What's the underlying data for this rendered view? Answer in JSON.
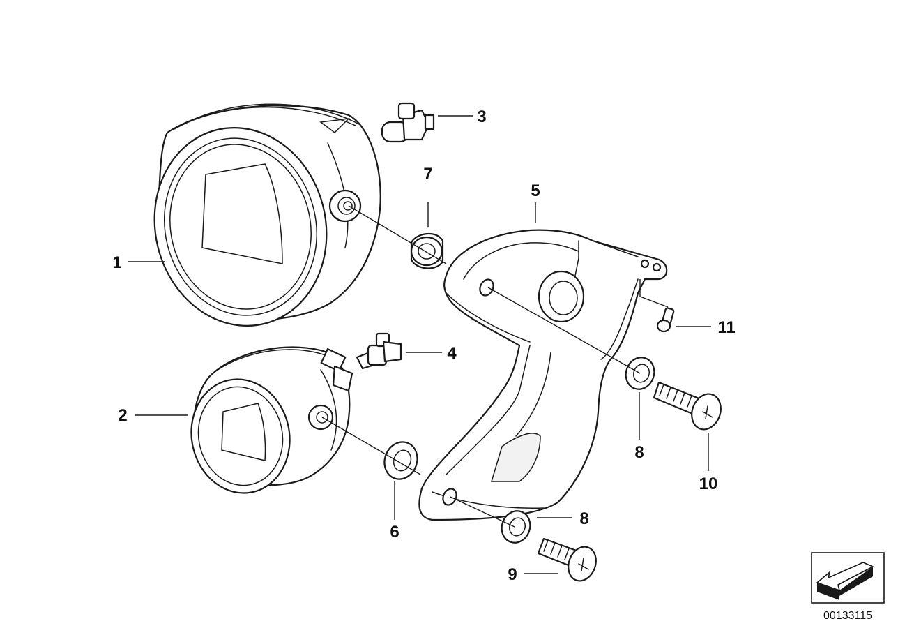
{
  "callouts": {
    "c1": "1",
    "c2": "2",
    "c3": "3",
    "c4": "4",
    "c5": "5",
    "c6": "6",
    "c7": "7",
    "c8a": "8",
    "c8b": "8",
    "c9": "9",
    "c10": "10",
    "c11": "11"
  },
  "diagram_code": "00133115",
  "icons": {
    "corner": "arrow-icon"
  }
}
